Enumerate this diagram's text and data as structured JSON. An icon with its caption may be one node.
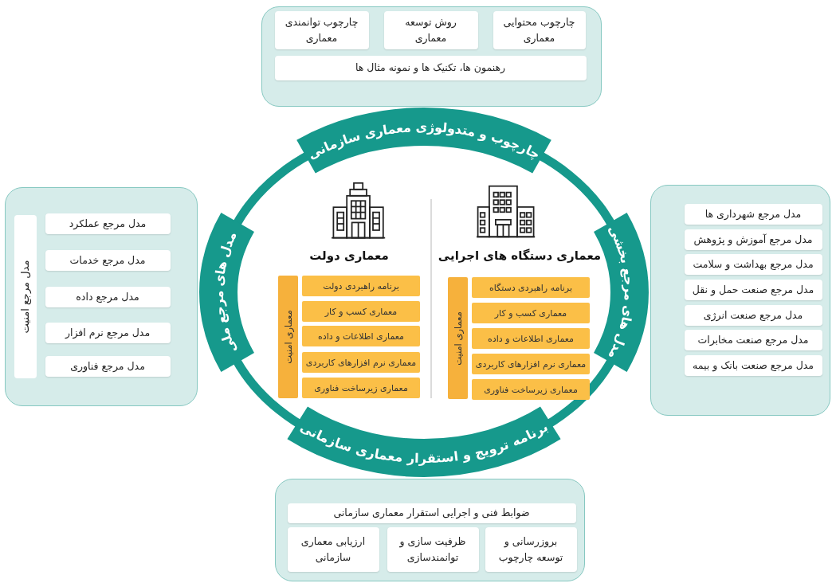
{
  "diagram": {
    "nodes": [
      {
        "text": [
          "چارچوب و متدولوژی معماری سازمانی"
        ]
      },
      {
        "text": [],
        "shape": "box"
      },
      {
        "text": [
          "چارچوب محتوایی معماری"
        ],
        "in": 1
      },
      {
        "text": [
          "روش توسعه معماری"
        ],
        "in": 1
      },
      {
        "text": [
          "چارچوب توانمندی معماری"
        ],
        "in": 1
      },
      {
        "text": [
          "رهنمون ها، تکنیک ها و نمونه مثال ها"
        ],
        "in": 1
      },
      {
        "text": [
          "مدل های مرجع بخشی"
        ]
      },
      {
        "text": [],
        "shape": "box"
      },
      {
        "text": [
          "مدل مرجع شهرداری ها"
        ],
        "in": 7
      },
      {
        "text": [
          "مدل مرجع آموزش و پژوهش"
        ],
        "in": 7
      },
      {
        "text": [
          "مدل مرجع بهداشت و سلامت"
        ],
        "in": 7
      },
      {
        "text": [
          "مدل مرجع صنعت حمل و نقل"
        ],
        "in": 7
      },
      {
        "text": [
          "مدل مرجع صنعت انرژی"
        ],
        "in": 7
      },
      {
        "text": [
          "مدل مرجع صنعت مخابرات"
        ],
        "in": 7
      },
      {
        "text": [
          "مدل مرجع صنعت بانک و بیمه"
        ],
        "in": 7
      },
      {
        "text": [
          "مدل های مرجع ملی"
        ]
      },
      {
        "text": [],
        "shape": "box"
      },
      {
        "text": [
          "مدل مرجع امنیت"
        ],
        "in": 16
      },
      {
        "text": [
          "مدل مرجع عملکرد"
        ],
        "in": 16
      },
      {
        "text": [
          "مدل مرجع خدمات"
        ],
        "in": 16
      },
      {
        "text": [
          "مدل مرجع داده"
        ],
        "in": 16
      },
      {
        "text": [
          "مدل مرجع نرم افزار"
        ],
        "in": 16
      },
      {
        "text": [
          "مدل مرجع فناوری"
        ],
        "in": 16
      },
      {
        "text": [
          "معماری امنیت"
        ]
      },
      {
        "text": [
          "برنامه راهبردی دستگاه"
        ]
      },
      {
        "text": [
          "معماری کسب و کار"
        ]
      },
      {
        "text": [
          "معماری اطلاعات و داده"
        ]
      },
      {
        "text": [
          "معماری نرم افزارهای کاربردی"
        ]
      },
      {
        "text": [
          "معماری زیرساخت فناوری"
        ]
      },
      {
        "text": [
          "معماری امنیت"
        ]
      },
      {
        "text": [
          "برنامه راهبردی دولت"
        ]
      },
      {
        "text": [
          "معماری کسب و کار"
        ]
      },
      {
        "text": [
          "معماری اطلاعات و داده"
        ]
      },
      {
        "text": [
          "معماری نرم افزارهای کاربردی"
        ]
      },
      {
        "text": [
          "معماری زیرساخت فناوری"
        ]
      },
      {
        "text": [
          "برنامه ترویج و استقرار معماری سازمانی"
        ]
      },
      {
        "text": [],
        "shape": "box"
      },
      {
        "text": [
          "ضوابط فنی و اجرایی استقرار معماری سازمانی"
        ],
        "in": 36
      },
      {
        "text": [
          "بروزرسانی و توسعه چارچوب"
        ],
        "in": 36
      },
      {
        "text": [
          "ظرفیت سازی و توانمندسازی"
        ],
        "in": 36
      },
      {
        "text": [
          "ارزیابی معماری سازمانی"
        ],
        "in": 36
      }
    ],
    "labels": [
      "معماری دستگاه های اجرایی",
      "معماری دولت"
    ]
  }
}
